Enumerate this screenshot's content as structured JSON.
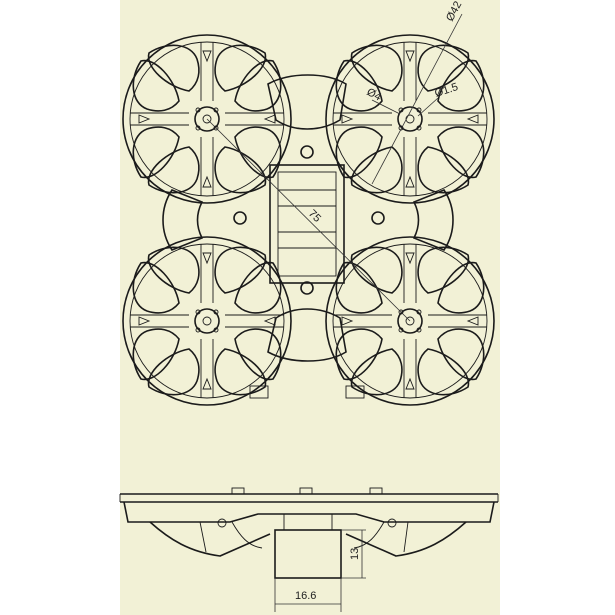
{
  "drawing": {
    "title": "",
    "dimensions": {
      "rotor_diameter": "Ø42",
      "hole_large": "Ø4",
      "hole_small": "Ø1.5",
      "diagonal_wheelbase": "75",
      "side_height": "13",
      "side_width": "16.6"
    }
  },
  "colors": {
    "paper": "#f2f1d6",
    "line": "#1b1b1b",
    "background": "#ffffff"
  }
}
